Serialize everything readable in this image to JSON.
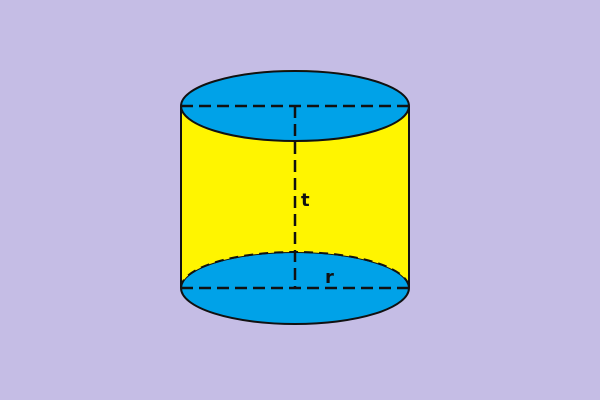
{
  "diagram": {
    "shape": "cylinder",
    "labels": {
      "height": "t",
      "radius": "r"
    },
    "colors": {
      "background": "#c5bde5",
      "lateral_surface": "#fff500",
      "bases": "#00a2e8",
      "outline": "#111111"
    }
  }
}
